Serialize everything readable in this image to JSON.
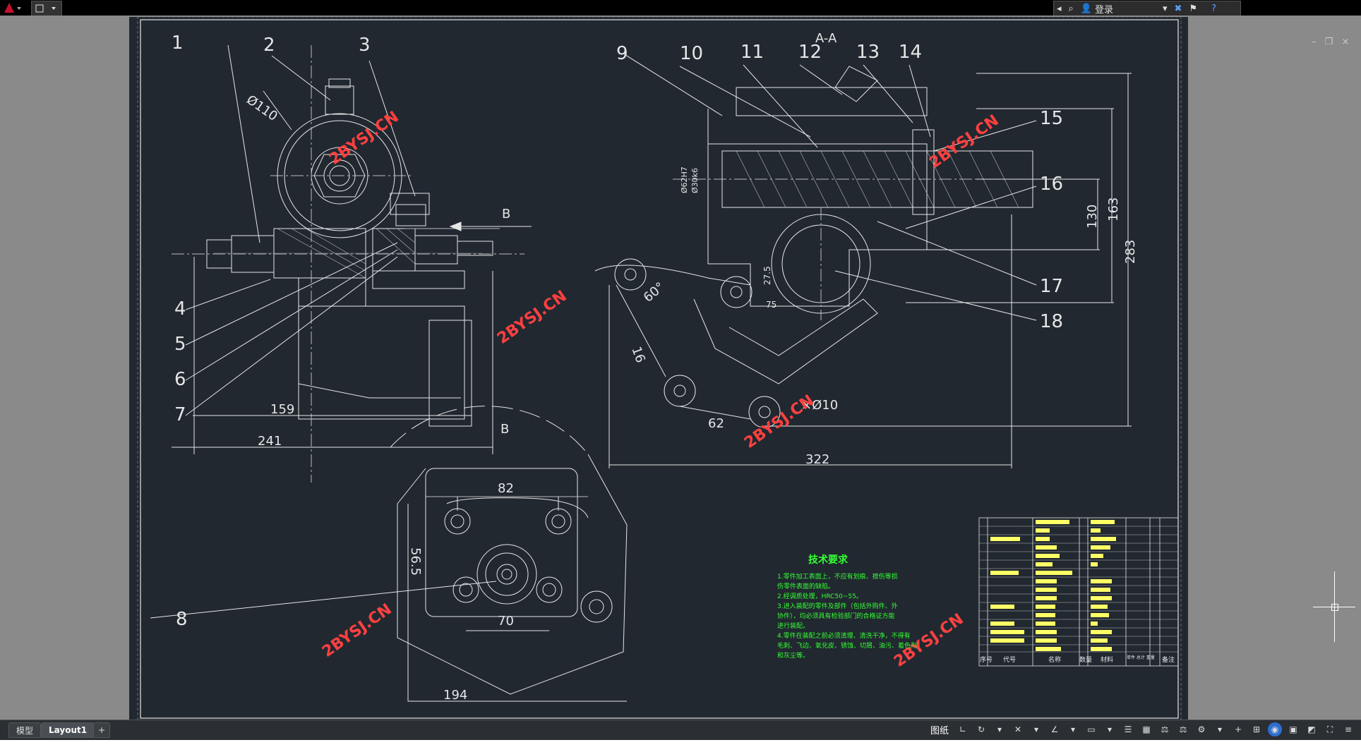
{
  "app": {
    "login_label": "登录",
    "help_icon": "help-icon"
  },
  "tabs": [
    {
      "label": "模型"
    },
    {
      "label": "Layout1"
    }
  ],
  "add_tab_label": "+",
  "status": {
    "paper_label": "图纸"
  },
  "drawing": {
    "section_label": "A-A",
    "view_b_label": "B",
    "arrow_b_label": "B",
    "dims": {
      "d110": "Ø110",
      "d159": "159",
      "d241": "241",
      "d82": "82",
      "d56_5": "56.5",
      "d70": "70",
      "d194": "194",
      "d322": "322",
      "d163": "163",
      "d130": "130",
      "d283": "283",
      "d60": "60°",
      "d16": "16",
      "d62": "62",
      "d10": "×Ø10",
      "d27_5": "27.5",
      "d75": "75",
      "d62h7": "Ø62H7",
      "d30k6": "Ø30k6"
    },
    "callouts": [
      "1",
      "2",
      "3",
      "4",
      "5",
      "6",
      "7",
      "8",
      "9",
      "10",
      "11",
      "12",
      "13",
      "14",
      "15",
      "16",
      "17",
      "18"
    ],
    "watermark": "2BYSJ.CN",
    "tech_title": "技术要求",
    "tech_lines": [
      "1.零件加工表面上，不应有划痕、擦伤等损",
      "伤零件表面的缺陷。",
      "2.经调质处理，HRC50~55。",
      "3.进入装配的零件及部件（包括外购件、外",
      "协件），均必须具有检验部门的合格证方能",
      "进行装配。",
      "4.零件在装配之前必须清理、清洗干净，不得有",
      "毛刺、飞边、氧化皮、锈蚀、切屑、油污、着色剂",
      "和灰尘等。"
    ],
    "title_block_headers": [
      "序号",
      "代号",
      "名称",
      "数量",
      "材料",
      "单件 总计 重量",
      "备注"
    ]
  }
}
